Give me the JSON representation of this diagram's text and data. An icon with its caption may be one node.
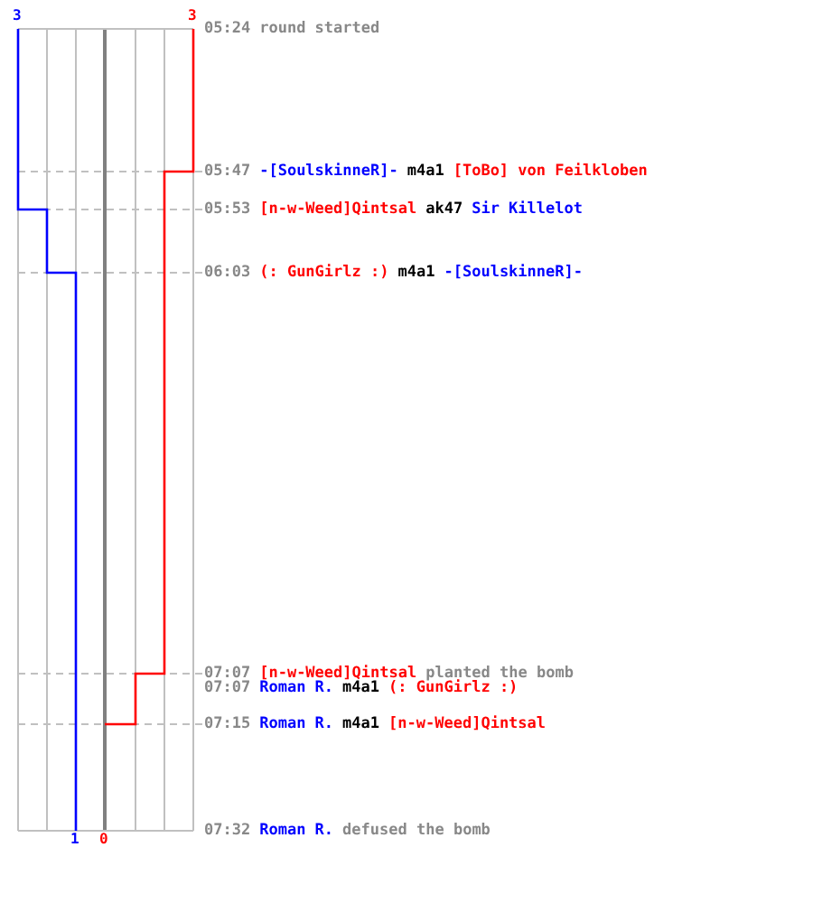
{
  "diagram": {
    "labels": [
      "3",
      "3",
      "05:24",
      "round started",
      "05:47",
      "-[SoulskinneR]-",
      "m4a1",
      "[ToBo] von Feilkloben",
      "05:53",
      "[n-w-Weed]Qintsal",
      "ak47",
      "Sir Killelot",
      "06:03",
      "(: GunGirlz :)",
      "m4a1",
      "-[SoulskinneR]-",
      "07:07",
      "[n-w-Weed]Qintsal",
      "planted the bomb",
      "07:07",
      "Roman R.",
      "m4a1",
      "(: GunGirlz :)",
      "07:15",
      "Roman R.",
      "m4a1",
      "[n-w-Weed]Qintsal",
      "07:32",
      "Roman R.",
      "defused the bomb",
      "1",
      "0"
    ]
  }
}
